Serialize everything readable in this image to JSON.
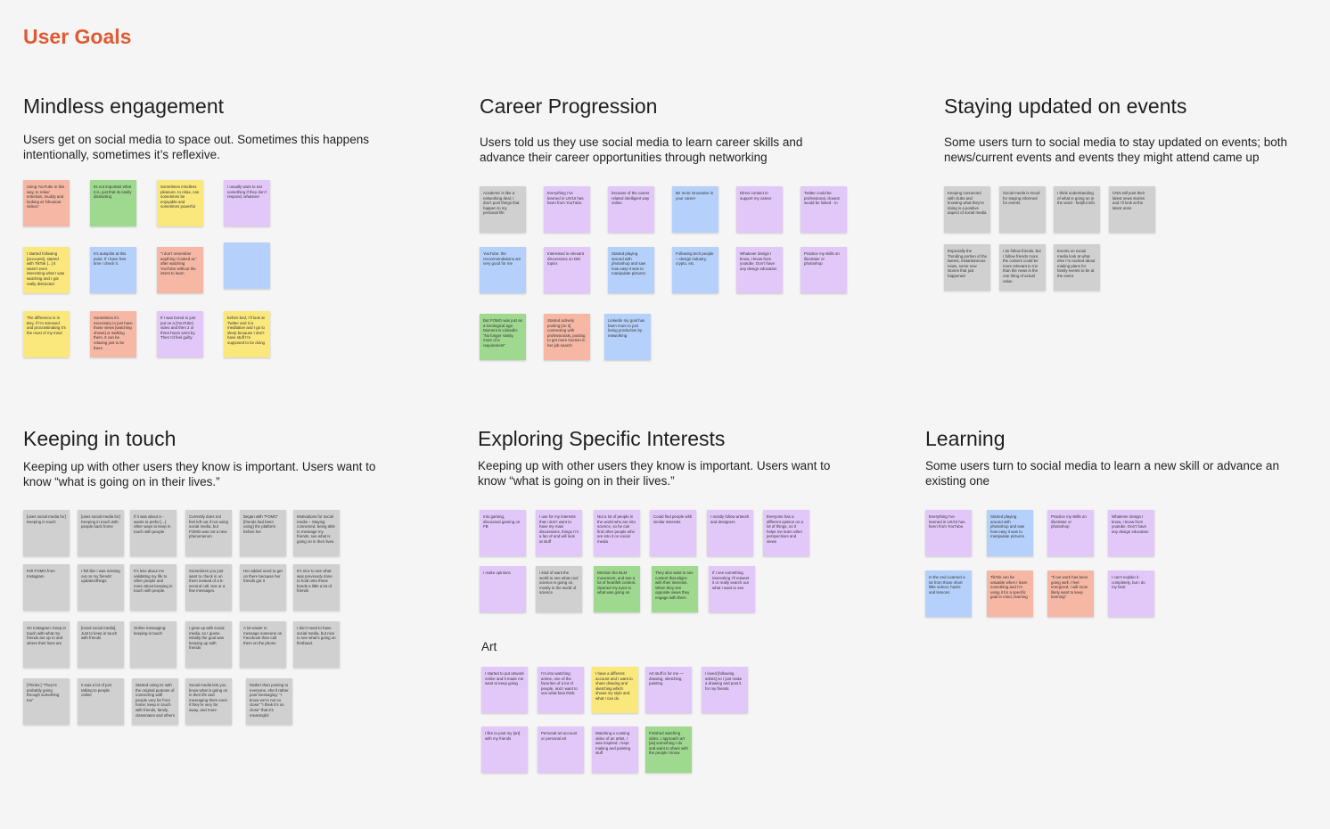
{
  "board": {
    "title": "User Goals",
    "accent": "#e05a33"
  },
  "palette": {
    "gray": "#d0d0d0",
    "green": "#9fd88f",
    "yellow": "#fbe87c",
    "purple": "#e2c8f9",
    "blue": "#b5d1fb",
    "red": "#f6b8a5"
  },
  "clusters": {
    "mindless": {
      "title": "Mindless engagement",
      "desc": "Users get on social media to space out. Sometimes this happens intentionally, sometimes it’s reflexive.",
      "notes": [
        {
          "color": "red",
          "text": "Using YouTube in this way, to relax/ entertain, muddy and looking at 'Shoutout videos'"
        },
        {
          "color": "green",
          "text": "Its not important what it is, just that its easily distracting"
        },
        {
          "color": "yellow",
          "text": "Sometimes mindless pleasure, to relax, can sometimes be enjoyable and sometimes powerful"
        },
        {
          "color": "purple",
          "text": "I usually want to eat something if they don’t respond, whatever"
        },
        {
          "color": "yellow",
          "text": "I started following [accounts], started with TikTok [...] it wasn’t even interesting what I was watching and I got really distracted"
        },
        {
          "color": "blue",
          "text": "It’s autopilot at this point. If I have free time I check it."
        },
        {
          "color": "red",
          "text": "“I don’t remember anything I looked at,” after watching YouTube without the intent to learn"
        },
        {
          "color": "blue",
          "text": ""
        },
        {
          "color": "yellow",
          "text": "The difference is in Boy, if I’m stressed and procrastinating it’s the most of my mind"
        },
        {
          "color": "red",
          "text": "Sometimes it’s necessary to just have those views [watching shows] or walking them. It can be relaxing just to be there"
        },
        {
          "color": "purple",
          "text": "If I was bored to just put on a [YouTube] video and then 2 or three hours went by. Then I’d feel guilty"
        },
        {
          "color": "yellow",
          "text": "before bed, I’ll look at Twitter and it is meditative and I go to sleep because I don’t have stuff I’m supposed to be doing"
        }
      ]
    },
    "career": {
      "title": "Career Progression",
      "desc": "Users told us they use social media to learn career skills and advance their career opportunities through networking",
      "notes": [
        {
          "color": "gray",
          "text": "Academic is like a networking deal, I don’t post things that happen to my personal life"
        },
        {
          "color": "purple",
          "text": "Everything I’ve learned in UX/UI has been from YouTube."
        },
        {
          "color": "purple",
          "text": "because of the career related intelligent way online"
        },
        {
          "color": "blue",
          "text": "Be more innovative in your career"
        },
        {
          "color": "purple",
          "text": "Direct contact to support my career"
        },
        {
          "color": "purple",
          "text": "Twitter could be professional, closest would be linked - in"
        },
        {
          "color": "blue",
          "text": "YouTube: the recommendations are very good for me"
        },
        {
          "color": "purple",
          "text": "Interested in relevant discussions on DEI topics"
        },
        {
          "color": "blue",
          "text": "Started playing around with photoshop and saw how easy it was to manipulate pictures"
        },
        {
          "color": "blue",
          "text": "Following tech people—design industry, crypto, etc."
        },
        {
          "color": "purple",
          "text": "Whatever design I know, I know from youtube. Don’t have any design education"
        },
        {
          "color": "purple",
          "text": "Practice my skills on illustrator or photoshop"
        },
        {
          "color": "green",
          "text": "But FOMO was just as a Geological age. Moment is Linkedin: “No longer Vanity, more of a requirement”"
        },
        {
          "color": "red",
          "text": "Started actively posting [on it] connecting with professionals, posting to get more traction in her job search"
        },
        {
          "color": "blue",
          "text": "Linkedin my goal has been more to just being productive by networking"
        }
      ]
    },
    "events": {
      "title": "Staying updated on events",
      "desc": "Some users turn to social media to stay updated on events; both news/current events and events they might attend came up",
      "notes": [
        {
          "color": "gray",
          "text": "Keeping connected with clubs and knowing what they’re doing is a positive aspect of social media"
        },
        {
          "color": "gray",
          "text": "Social media is Good for staying informed for events"
        },
        {
          "color": "gray",
          "text": "I think understanding of what is going on in the word - helpful info"
        },
        {
          "color": "gray",
          "text": "CNN will post their latest news stories and I’ll look at the latest ones"
        },
        {
          "color": "gray",
          "text": "Especially the Trending portion of the tweets, instantaneous news, some new stories that just happened"
        },
        {
          "color": "gray",
          "text": "I do follow friends, but I follow friends more, the content could be more relevant to me than the news is the one thing of actual value."
        },
        {
          "color": "gray",
          "text": "Events on social media look at what else I’m excited about making plans for family events to be at the event"
        }
      ]
    },
    "touch": {
      "title": "Keeping in touch",
      "desc": "Keeping up with other users they know is important. Users want to know “what is going on in their lives.”",
      "notes": [
        {
          "color": "gray",
          "text": "[uses social media for] Keeping in touch"
        },
        {
          "color": "gray",
          "text": "[uses social media for] Keeping in touch with people back home"
        },
        {
          "color": "gray",
          "text": "If it was about a - wants to prefer [...] other ways to keep in touch with people"
        },
        {
          "color": "gray",
          "text": "Currently does not feel left out if not using social media, but FOMO was not a new phenomenon"
        },
        {
          "color": "gray",
          "text": "Began with “FOMO” [friends had been using] the platform before her"
        },
        {
          "color": "gray",
          "text": "Motivations for social media – Staying connected, being able to message my friends, see what is going on in their lives."
        },
        {
          "color": "gray",
          "text": "Felt FOMO from Instagram"
        },
        {
          "color": "gray",
          "text": "I felt like I was missing out on my friends’ updates/things"
        },
        {
          "color": "gray",
          "text": "It’s less about me validating my life to other people and more about keeping in touch with people."
        },
        {
          "color": "gray",
          "text": "Sometimes you just want to check in on them instead of a 5-second call, text or a few messages."
        },
        {
          "color": "gray",
          "text": "Her added need to get on there because her friends got it"
        },
        {
          "color": "gray",
          "text": "It’s nice to see what was previously done to hold onto these bonds a little a lot of friends"
        },
        {
          "color": "gray",
          "text": "On Instagram: Keep in touch with what my friends are up to and where their lives are"
        },
        {
          "color": "gray",
          "text": "[Used social media]. Just to keep in touch with friends"
        },
        {
          "color": "gray",
          "text": "Online messaging: keeping in touch"
        },
        {
          "color": "gray",
          "text": "I grew up with social media, so I guess initially the goal was keeping up with friends"
        },
        {
          "color": "gray",
          "text": "A lot easier to message someone on Facebook than call them on the phone"
        },
        {
          "color": "gray",
          "text": "I don’t need to have social media, but nice to see what’s going on firsthand."
        },
        {
          "color": "gray",
          "text": "[Thinks:] “They’re probably going through something too”"
        },
        {
          "color": "gray",
          "text": "It was a lot of just talking to people online"
        },
        {
          "color": "gray",
          "text": "Started using IG with the original purpose of connecting with people very far from home; keep in touch with friends, family, classmates and others"
        },
        {
          "color": "gray",
          "text": "Social media lets you know what is going on in their life and messaging them even if they’re very far away, and more"
        },
        {
          "color": "gray",
          "text": "Rather than posting to everyone, she’d rather post messaging: “I know we’re not so close” “I think it’s so close” that it’s meaningful"
        }
      ]
    },
    "interests": {
      "title": "Exploring Specific Interests",
      "desc": "Keeping up with other users they know is important. Users want to know “what is going on in their lives.”",
      "notes": [
        {
          "color": "purple",
          "text": "Into gaming, discussed gaming on FB"
        },
        {
          "color": "purple",
          "text": "I use for my interests that I don’t want to have my main discussions, things I’m a fan of and will look at stuff"
        },
        {
          "color": "purple",
          "text": "Not a lot of people in the world who are into science, so he can find other people who are into it on social media"
        },
        {
          "color": "purple",
          "text": "Could find people with similar interests"
        },
        {
          "color": "purple",
          "text": "I mostly follow artwork and designers"
        },
        {
          "color": "purple",
          "text": "Everyone has a different opinion on a lot of things, so it helps me learn other perspectives and views"
        },
        {
          "color": "purple",
          "text": "I make opinions"
        },
        {
          "color": "gray",
          "text": "I kind of want the world to see what cool science is going on, mostly in the world of science"
        },
        {
          "color": "green",
          "text": "Mention the BLM movement, and see a lot of heartfelt content. Opened my eyes to what was going on"
        },
        {
          "color": "green",
          "text": "They also want to see content that aligns with their interests. When they see opposite views they engage with them"
        },
        {
          "color": "purple",
          "text": "If I see something interesting I’ll retweet it or really search out what I want to see"
        }
      ]
    },
    "art": {
      "title": "Art",
      "notes": [
        {
          "color": "purple",
          "text": "I started to put artwork online and it made me want to keep going"
        },
        {
          "color": "purple",
          "text": "I’m into watching anime, one of the favorites of a lot of people, and I want to see what fans think"
        },
        {
          "color": "yellow",
          "text": "I have a different account and I want to share drawing and sketching which shows my style and what I can do"
        },
        {
          "color": "purple",
          "text": "Art stuff is for me — drawing, sketching, painting"
        },
        {
          "color": "purple",
          "text": "I loved [following artists] so I just make a drawing and post it for my friends"
        },
        {
          "color": "purple",
          "text": "I like to post my [art] with my friends"
        },
        {
          "color": "purple",
          "text": "Personal art account or personal art"
        },
        {
          "color": "purple",
          "text": "Watching a cooking video of an artist, I was inspired. I kept making and painting stuff"
        },
        {
          "color": "green",
          "text": "Finished watching video, I approach art [as] something I do and want to share with the people I know"
        }
      ]
    },
    "learning": {
      "title": "Learning",
      "desc": "Some users turn to social media to learn a new skill or advance an existing one",
      "notes": [
        {
          "color": "purple",
          "text": "Everything I’ve learned in UX/UI has been from YouTube."
        },
        {
          "color": "blue",
          "text": "Started playing around with photoshop and saw how easy it was to manipulate pictures"
        },
        {
          "color": "purple",
          "text": "Practice my skills on illustrator or photoshop"
        },
        {
          "color": "purple",
          "text": "Whatever design I know, I know from youtube. Don’t have any design education"
        },
        {
          "color": "blue",
          "text": "In the end Learned a lot from those short little videos; hacks and lessons"
        },
        {
          "color": "red",
          "text": "TikTok can be valuable when I learn something and I’m using it for a specific goal in mind, learning"
        },
        {
          "color": "red",
          "text": "“If our work has been going well, I feel energized, I will more likely want to keep learning”"
        },
        {
          "color": "purple",
          "text": "I can’t explain it completely, but I do my best"
        }
      ]
    }
  }
}
